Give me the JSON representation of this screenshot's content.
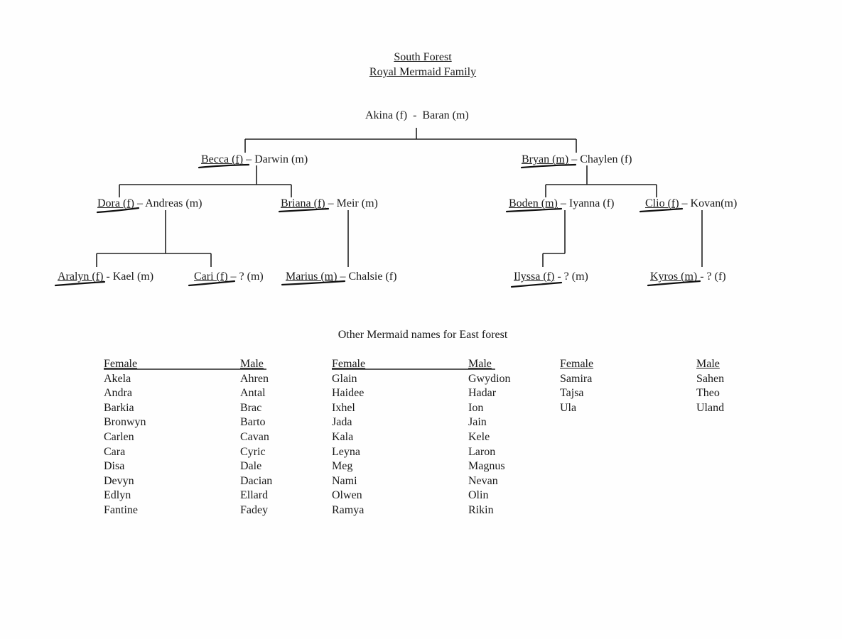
{
  "header": {
    "title_line1": "South Forest",
    "title_line2": "Royal Mermaid Family"
  },
  "tree": {
    "root": "Akina (f)  -  Baran (m)",
    "gen1_left": {
      "a": "Becca (f)",
      "b": " – Darwin (m)"
    },
    "gen1_right": {
      "a": "Bryan (m)",
      "b": " – Chaylen (f)"
    },
    "gen2_1": {
      "a": "Dora (f)",
      "b": " – Andreas (m)"
    },
    "gen2_2": {
      "a": "Briana (f)",
      "b": " – Meir (m)"
    },
    "gen2_3": {
      "a": "Boden (m)",
      "b": " – Iyanna (f)"
    },
    "gen2_4": {
      "a": "Clio (f)",
      "b": " – Kovan(m)"
    },
    "gen3_1": {
      "a": "Aralyn (f)",
      "b": " - Kael (m)"
    },
    "gen3_2": {
      "a": "Cari (f)",
      "b": " – ? (m)"
    },
    "gen3_3": {
      "a": "Marius (m)",
      "b": " – Chalsie (f)"
    },
    "gen3_4": {
      "a": "Ilyssa (f)",
      "b": " - ? (m)"
    },
    "gen3_5": {
      "a": "Kyros (m)",
      "b": " - ? (f)"
    }
  },
  "names_section": {
    "heading": "Other Mermaid names for East forest",
    "groups": [
      {
        "female_header": "Female",
        "male_header": "Male",
        "female": [
          "Akela",
          "Andra",
          "Barkia",
          "Bronwyn",
          "Carlen",
          "Cara",
          "Disa",
          "Devyn",
          "Edlyn",
          "Fantine"
        ],
        "male": [
          "Ahren",
          "Antal",
          "Brac",
          "Barto",
          "Cavan",
          "Cyric",
          "Dale",
          "Dacian",
          "Ellard",
          "Fadey"
        ]
      },
      {
        "female_header": "Female",
        "male_header": "Male",
        "female": [
          "Glain",
          "Haidee",
          "Ixhel",
          "Jada",
          "Kala",
          "Leyna",
          "Meg",
          "Nami",
          "Olwen",
          "Ramya"
        ],
        "male": [
          "Gwydion",
          "Hadar",
          "Ion",
          "Jain",
          "Kele",
          "Laron",
          "Magnus",
          "Nevan",
          "Olin",
          "Rikin"
        ]
      },
      {
        "female_header": "Female",
        "male_header": "Male",
        "female": [
          "Samira",
          "Tajsa",
          "Ula"
        ],
        "male": [
          "Sahen",
          "Theo",
          "Uland"
        ]
      }
    ]
  }
}
